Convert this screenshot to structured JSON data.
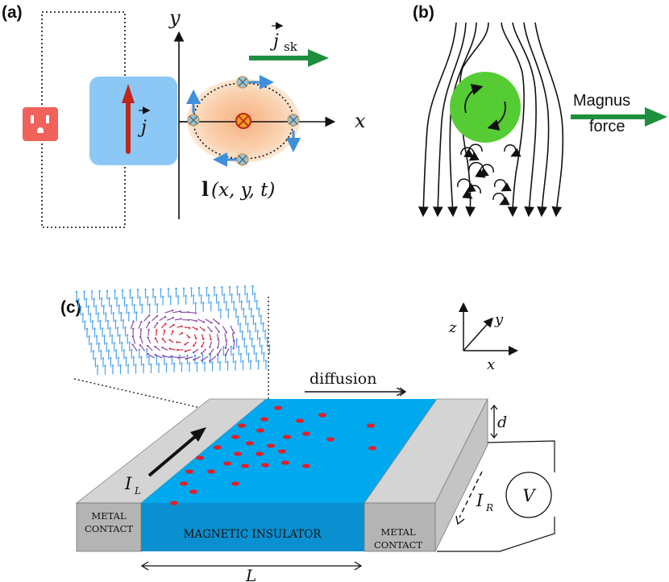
{
  "panels": {
    "a": {
      "label": "(a)",
      "current_symbol": "j",
      "skyrmion_current_symbol": "j",
      "skyrmion_current_subscript": "sk",
      "axis_x": "x",
      "axis_y": "y",
      "field_bold": "l",
      "field_args": "(x, y, t)",
      "colors": {
        "outlet": "#f0625a",
        "film": "#8cc8f5",
        "current_arrow": "#c0261b",
        "green_arrow": "#1e8f3e",
        "halo": "#f8c89a",
        "node": "#8fc8d8"
      }
    },
    "b": {
      "label": "(b)",
      "magnus_line1": "Magnus",
      "magnus_line2": "force",
      "colors": {
        "skyrmion": "#55cc33",
        "arrow": "#1e8f3e"
      }
    },
    "c": {
      "label": "(c)",
      "axis_z": "z",
      "axis_y": "y",
      "axis_x": "x",
      "diffusion_label": "diffusion",
      "thickness_label": "d",
      "current_left_main": "I",
      "current_left_sub": "L",
      "current_right_main": "I",
      "current_right_sub": "R",
      "voltmeter": "V",
      "length_label": "L",
      "left_contact_line1": "METAL",
      "left_contact_line2": "CONTACT",
      "right_contact_line1": "METAL",
      "right_contact_line2": "CONTACT",
      "insulator_label": "MAGNETIC INSULATOR",
      "colors": {
        "insulator_top": "#00a8ee",
        "insulator_front": "#0a8fd0",
        "contact_top": "#d4d4d4",
        "contact_front": "#b4b4b4",
        "skyrmion_dot": "#e0202a"
      }
    }
  }
}
